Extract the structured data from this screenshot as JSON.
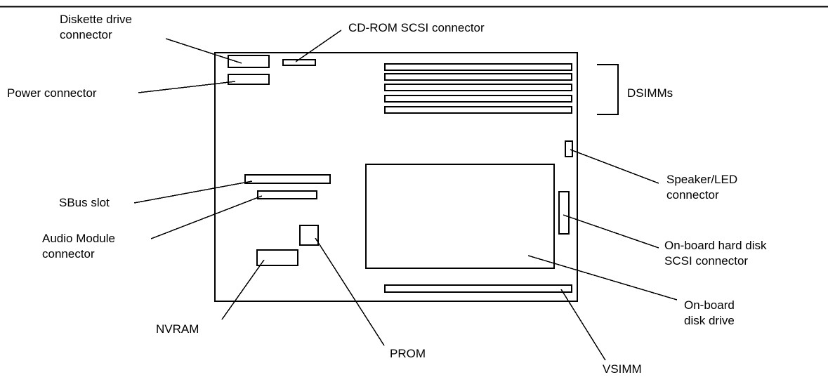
{
  "labels": {
    "diskette": [
      "Diskette drive",
      "connector"
    ],
    "cdrom": "CD-ROM SCSI connector",
    "power": "Power connector",
    "dsimms": "DSIMMs",
    "speaker": [
      "Speaker/LED",
      "connector"
    ],
    "sbus": "SBus slot",
    "audio": [
      "Audio Module",
      "connector"
    ],
    "onboard_hd": [
      "On-board hard disk",
      "SCSI connector"
    ],
    "onboard_disk": [
      "On-board",
      "disk drive"
    ],
    "nvram": "NVRAM",
    "prom": "PROM",
    "vsimm": "VSIMM"
  }
}
